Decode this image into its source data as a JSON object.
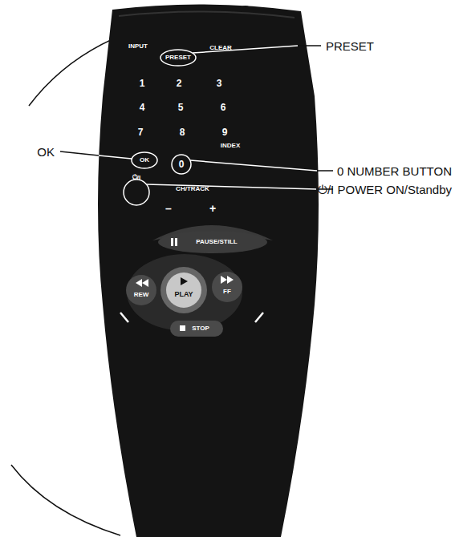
{
  "diagram": {
    "labels": [
      "PRESET",
      "0 NUMBER BUTTON",
      "OK",
      "⏻/I POWER ON/Standby",
      "INPUT",
      "PRESET",
      "CLEAR",
      "1",
      "2",
      "3",
      "4",
      "5",
      "6",
      "7",
      "8",
      "9",
      "OK",
      "0",
      "INDEX",
      "⏻/I",
      "CH/TRACK",
      "–",
      "+",
      "PAUSE/STILL",
      "REW",
      "PLAY",
      "FF",
      "STOP"
    ]
  }
}
